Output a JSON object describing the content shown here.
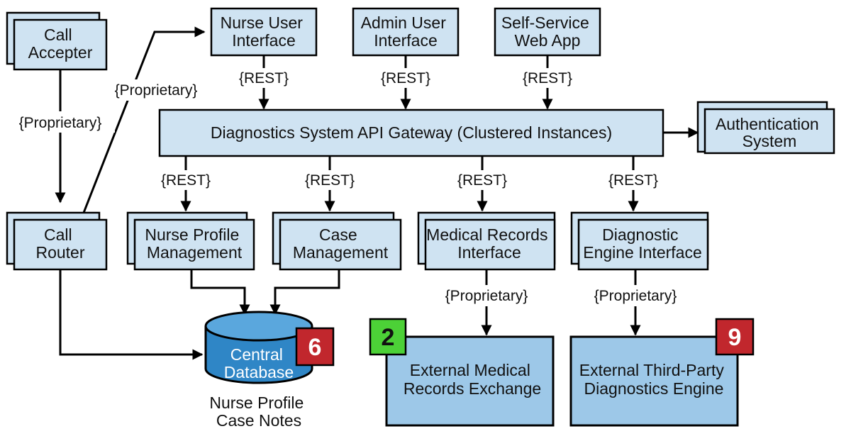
{
  "nodes": {
    "call_accepter": [
      "Call",
      "Accepter"
    ],
    "call_router": [
      "Call",
      "Router"
    ],
    "nurse_ui": [
      "Nurse User",
      "Interface"
    ],
    "admin_ui": [
      "Admin User",
      "Interface"
    ],
    "self_service": [
      "Self-Service",
      "Web App"
    ],
    "api_gateway": "Diagnostics System API Gateway (Clustered Instances)",
    "auth_system": [
      "Authentication",
      "System"
    ],
    "nurse_profile_mgmt": [
      "Nurse Profile",
      "Management"
    ],
    "case_mgmt": [
      "Case",
      "Management"
    ],
    "medical_records_iface": [
      "Medical Records",
      "Interface"
    ],
    "diag_engine_iface": [
      "Diagnostic",
      "Engine Interface"
    ],
    "central_db": [
      "Central",
      "Database"
    ],
    "db_caption": [
      "Nurse Profile",
      "Case Notes"
    ],
    "ext_medical_records": [
      "External Medical",
      "Records Exchange"
    ],
    "ext_diag_engine": [
      "External Third-Party",
      "Diagnostics Engine"
    ]
  },
  "connectors": {
    "rest": "{REST}",
    "proprietary": "{Proprietary}"
  },
  "badges": {
    "db": {
      "value": "6",
      "color": "#c1272d"
    },
    "ext_medical": {
      "value": "2",
      "color": "#4cd137"
    },
    "ext_diag": {
      "value": "9",
      "color": "#c1272d"
    }
  },
  "colors": {
    "box_fill": "#cfe3f2",
    "external_fill": "#9dc8e8",
    "db_fill": "#2f86c6"
  }
}
